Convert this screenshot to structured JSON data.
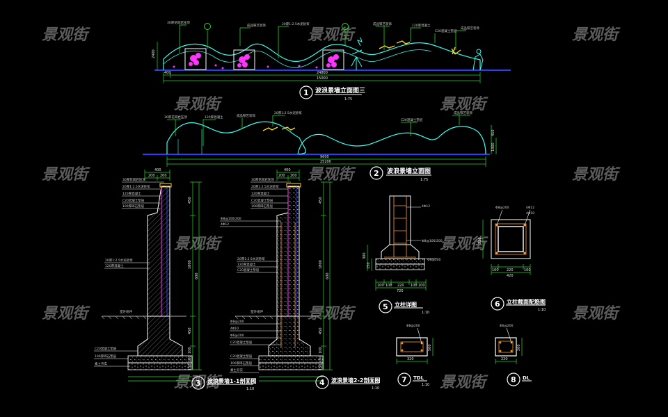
{
  "watermark": "景观街",
  "colors": {
    "background": "#000000",
    "green": "#22dd22",
    "cyan": "#33ffee",
    "blue": "#2a3cff",
    "magenta": "#ff33ff",
    "yellow": "#ffdd22",
    "orange": "#ff9a33",
    "white": "#ffffff",
    "gray": "#a8a8a8"
  },
  "views": [
    {
      "num": "1",
      "title": "波浪景墙立面图三",
      "scale": "1:75"
    },
    {
      "num": "2",
      "title": "波浪景墙立面图",
      "scale": "1:75"
    },
    {
      "num": "3",
      "title": "波浪景墙1-1剖面图",
      "scale": "1:10"
    },
    {
      "num": "4",
      "title": "波浪景墙2-2剖面图",
      "scale": "1:10"
    },
    {
      "num": "5",
      "title": "立柱详图",
      "scale": "1:10"
    },
    {
      "num": "6",
      "title": "立柱截面配筋图",
      "scale": "1:10"
    },
    {
      "num": "7",
      "title": "TDL",
      "scale": "1:10"
    },
    {
      "num": "8",
      "title": "DL",
      "scale": ""
    }
  ],
  "dims": {
    "v1_total": "15000",
    "v1_mid": "24800",
    "v1_left": "400",
    "v1_height": "2400",
    "v2_total1": "9600",
    "v2_total2": "25200",
    "v2_h1": "450",
    "v2_h2": "1800",
    "sec_w": "400",
    "sec_w_parts": [
      "200",
      "200"
    ],
    "sec_w2_parts": [
      "200",
      "200"
    ],
    "sec_heights": [
      "450",
      "1800",
      "450",
      "600"
    ],
    "sec_bottom": [
      "100",
      "100",
      "150"
    ],
    "col_w": [
      "100",
      "100",
      "220",
      "100",
      "100"
    ],
    "col_total": "720",
    "col_side": [
      "300",
      "150"
    ],
    "sq_w": [
      "100",
      "220",
      "100"
    ],
    "sq_total": "420",
    "sq_h": "220",
    "beam7_w": "320",
    "beam7_h": "500",
    "beam8_w": "220",
    "beam8_h": "200"
  },
  "annotations": {
    "ground": "室外地坪",
    "label_short": "混凝土",
    "note_a": "30厚花岗岩压顶",
    "note_b": "20厚1:2.5水泥砂浆",
    "note_c": "120厚混凝土",
    "note_d": "素土夯实",
    "note_e": "C20混凝土垫层",
    "note_f": "100厚碎石垫层",
    "note_g": "4Φ12",
    "note_h": "Φ8@200",
    "note_i": "Φ6@200",
    "note_j": "4Φ10",
    "note_k": "Φ8@100/200",
    "note_l": "成品铁艺装饰"
  }
}
